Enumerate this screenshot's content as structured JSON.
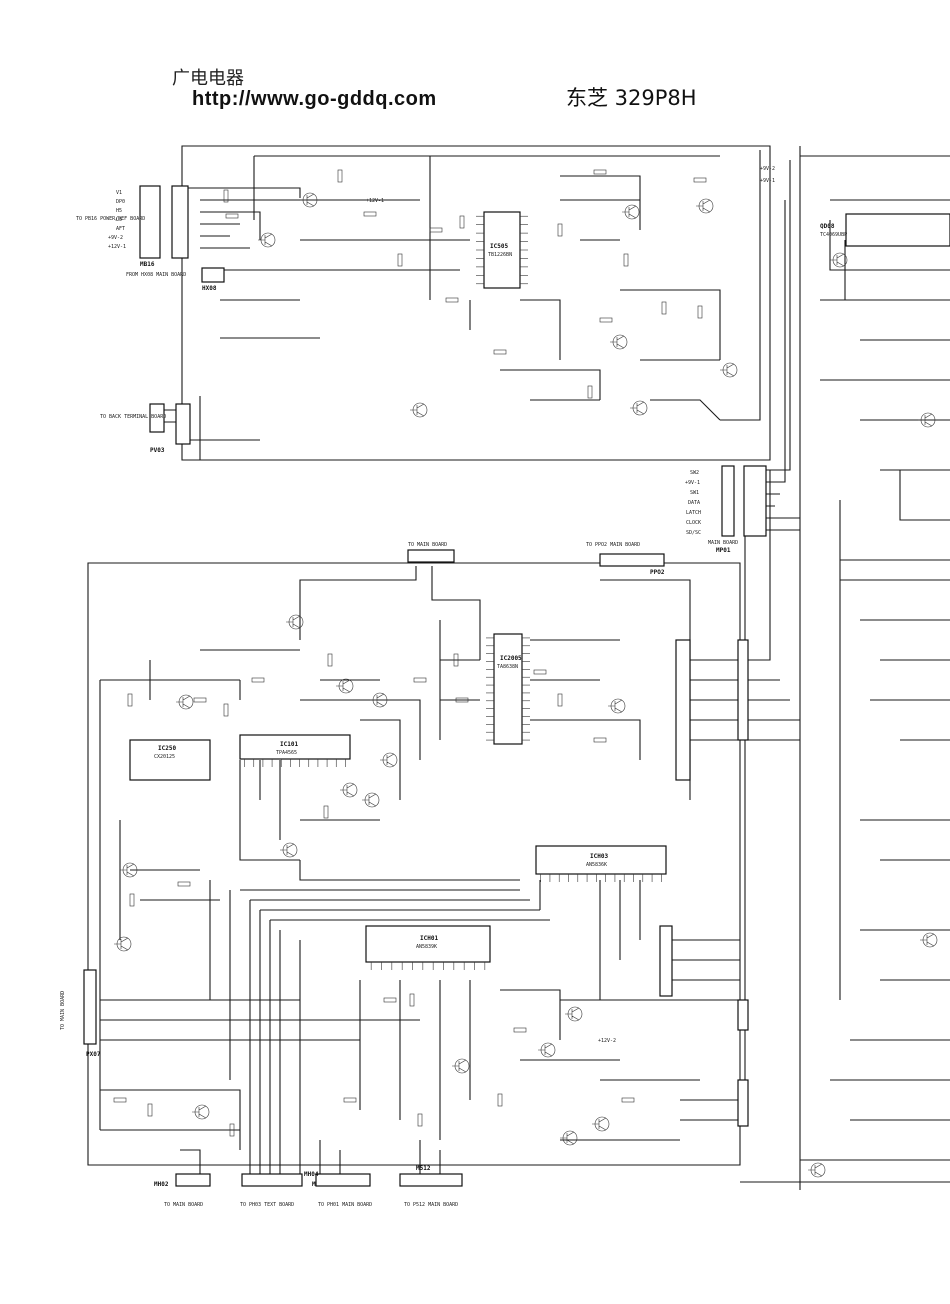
{
  "header": {
    "site_name": "广电电器",
    "url": "http://www.go-gddq.com",
    "model": "东芝 329P8H"
  },
  "ics": [
    {
      "id": "ic_top_a",
      "ref": "IC505",
      "part": "TB1226BN"
    },
    {
      "id": "ic_top_b",
      "ref": "QD08",
      "part": "TC4069UBP"
    },
    {
      "id": "ic_mid_a",
      "ref": "IC2005",
      "part": "TA8638N"
    },
    {
      "id": "ic_mid_b",
      "ref": "IC101",
      "part": "TPA4565"
    },
    {
      "id": "ic_mid_c",
      "ref": "IC250",
      "part": "CX20125"
    },
    {
      "id": "ic_low_a",
      "ref": "ICH03",
      "part": "AN5836K"
    },
    {
      "id": "ic_low_b",
      "ref": "ICH01",
      "part": "AN5839K"
    }
  ],
  "connectors": [
    {
      "id": "top_left",
      "ref": "MB16",
      "label": "TO PB16 POWER/DEF BOARD",
      "pins": [
        "V1",
        "DP0",
        "H5",
        "L5",
        "AFT",
        "+9V-2",
        "+12V-1"
      ]
    },
    {
      "id": "from_main",
      "ref": "HX08",
      "label": "FROM HX08 MAIN BOARD"
    },
    {
      "id": "back",
      "ref": "PV03",
      "label": "TO BACK TERMINAL BOARD"
    },
    {
      "id": "bus",
      "ref": "MP01",
      "label": "MAIN BOARD",
      "pins": [
        "SW2",
        "+9V-1",
        "SW1",
        "DATA",
        "LATCH",
        "CLOCK",
        "SD/SC"
      ]
    },
    {
      "id": "ppo2",
      "ref": "PPO2",
      "label": "TO PPO2 MAIN BOARD"
    },
    {
      "id": "to_main",
      "ref": "",
      "label": "TO MAIN BOARD"
    },
    {
      "id": "side_main",
      "ref": "PX07",
      "label": "TO MAIN BOARD"
    },
    {
      "id": "mh02",
      "ref": "MH02",
      "label": "TO MAIN BOARD"
    },
    {
      "id": "ph03",
      "ref": "MP02",
      "label": "TO PH03 TEXT BOARD"
    },
    {
      "id": "ph01",
      "ref": "MH04",
      "label": "TO PH01 MAIN BOARD"
    },
    {
      "id": "p512",
      "ref": "M512",
      "label": "TO P512 MAIN BOARD"
    }
  ],
  "rails": [
    "+12V-1",
    "+12V-2",
    "+9V-1",
    "+9V-2"
  ]
}
